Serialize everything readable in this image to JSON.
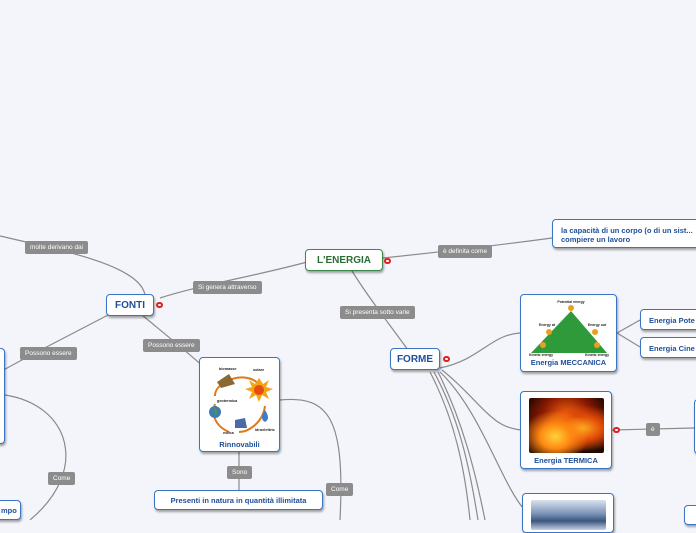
{
  "center": {
    "title": "L'ENERGIA"
  },
  "nodes": {
    "fonti": "FONTI",
    "forme": "FORME",
    "definition": "la capacità di un corpo (o di un sist... compiere un lavoro",
    "meccanica": "Energia MECCANICA",
    "termica": "Energia TERMICA",
    "rinnovabili": "Rinnovabili",
    "presenti": "Presenti in natura in quantità illimitata",
    "potenziale": "Energia Pote",
    "cinetica": "Energia Cine",
    "left_cut": "mpo"
  },
  "labels": {
    "molte": "molte derivano dai",
    "si_genera": "Si genera attraverso",
    "definita": "è definita come",
    "sotto_varie": "Si presenta sotto varie",
    "possono_left": "Possono essere",
    "possono": "Possono essere",
    "sono": "Sono",
    "come_right": "Come",
    "come_left": "Come",
    "e": "è"
  },
  "meccanica_image": {
    "top": "Potential energy",
    "left": "Energy at",
    "right": "Energy out",
    "bottom_left": "Kinetic energy",
    "bottom_right": "Kinetic energy"
  },
  "rinnovabili_image": {
    "biomasse": "biomasse",
    "solare": "solare",
    "geotermica": "geotermica",
    "idroelettrica": "idroelettrica",
    "eolica": "eolica"
  },
  "colors": {
    "node_border": "#3a74c4",
    "center_border": "#3c8a4a",
    "label_bg": "#8c8c8c",
    "marker": "#e02020"
  }
}
